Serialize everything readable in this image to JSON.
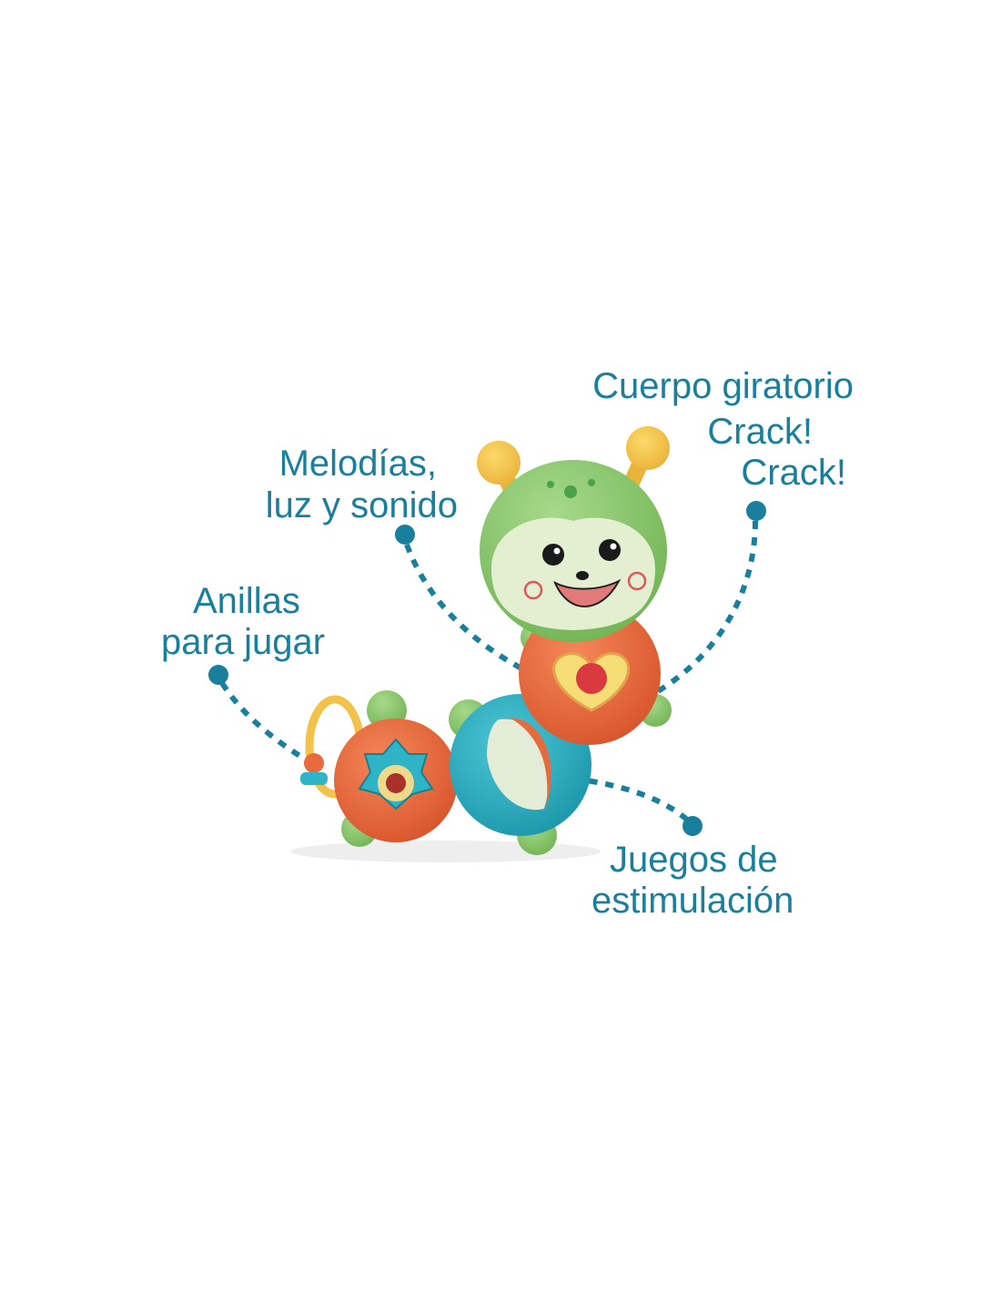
{
  "colors": {
    "accent": "#1a7f9c",
    "green": "#8cc96a",
    "orange": "#ea6a3c",
    "teal": "#2eb4c6",
    "yellow": "#f6c94a",
    "cream": "#e4efd2"
  },
  "callouts": {
    "rotating_body": {
      "line1": "Cuerpo giratorio",
      "line2": "Crack!",
      "line3": "Crack!"
    },
    "melodies": {
      "line1": "Melodías,",
      "line2": "luz y sonido"
    },
    "rings": {
      "line1": "Anillas",
      "line2": "para jugar"
    },
    "stimulation": {
      "line1": "Juegos de",
      "line2": "estimulación"
    }
  }
}
